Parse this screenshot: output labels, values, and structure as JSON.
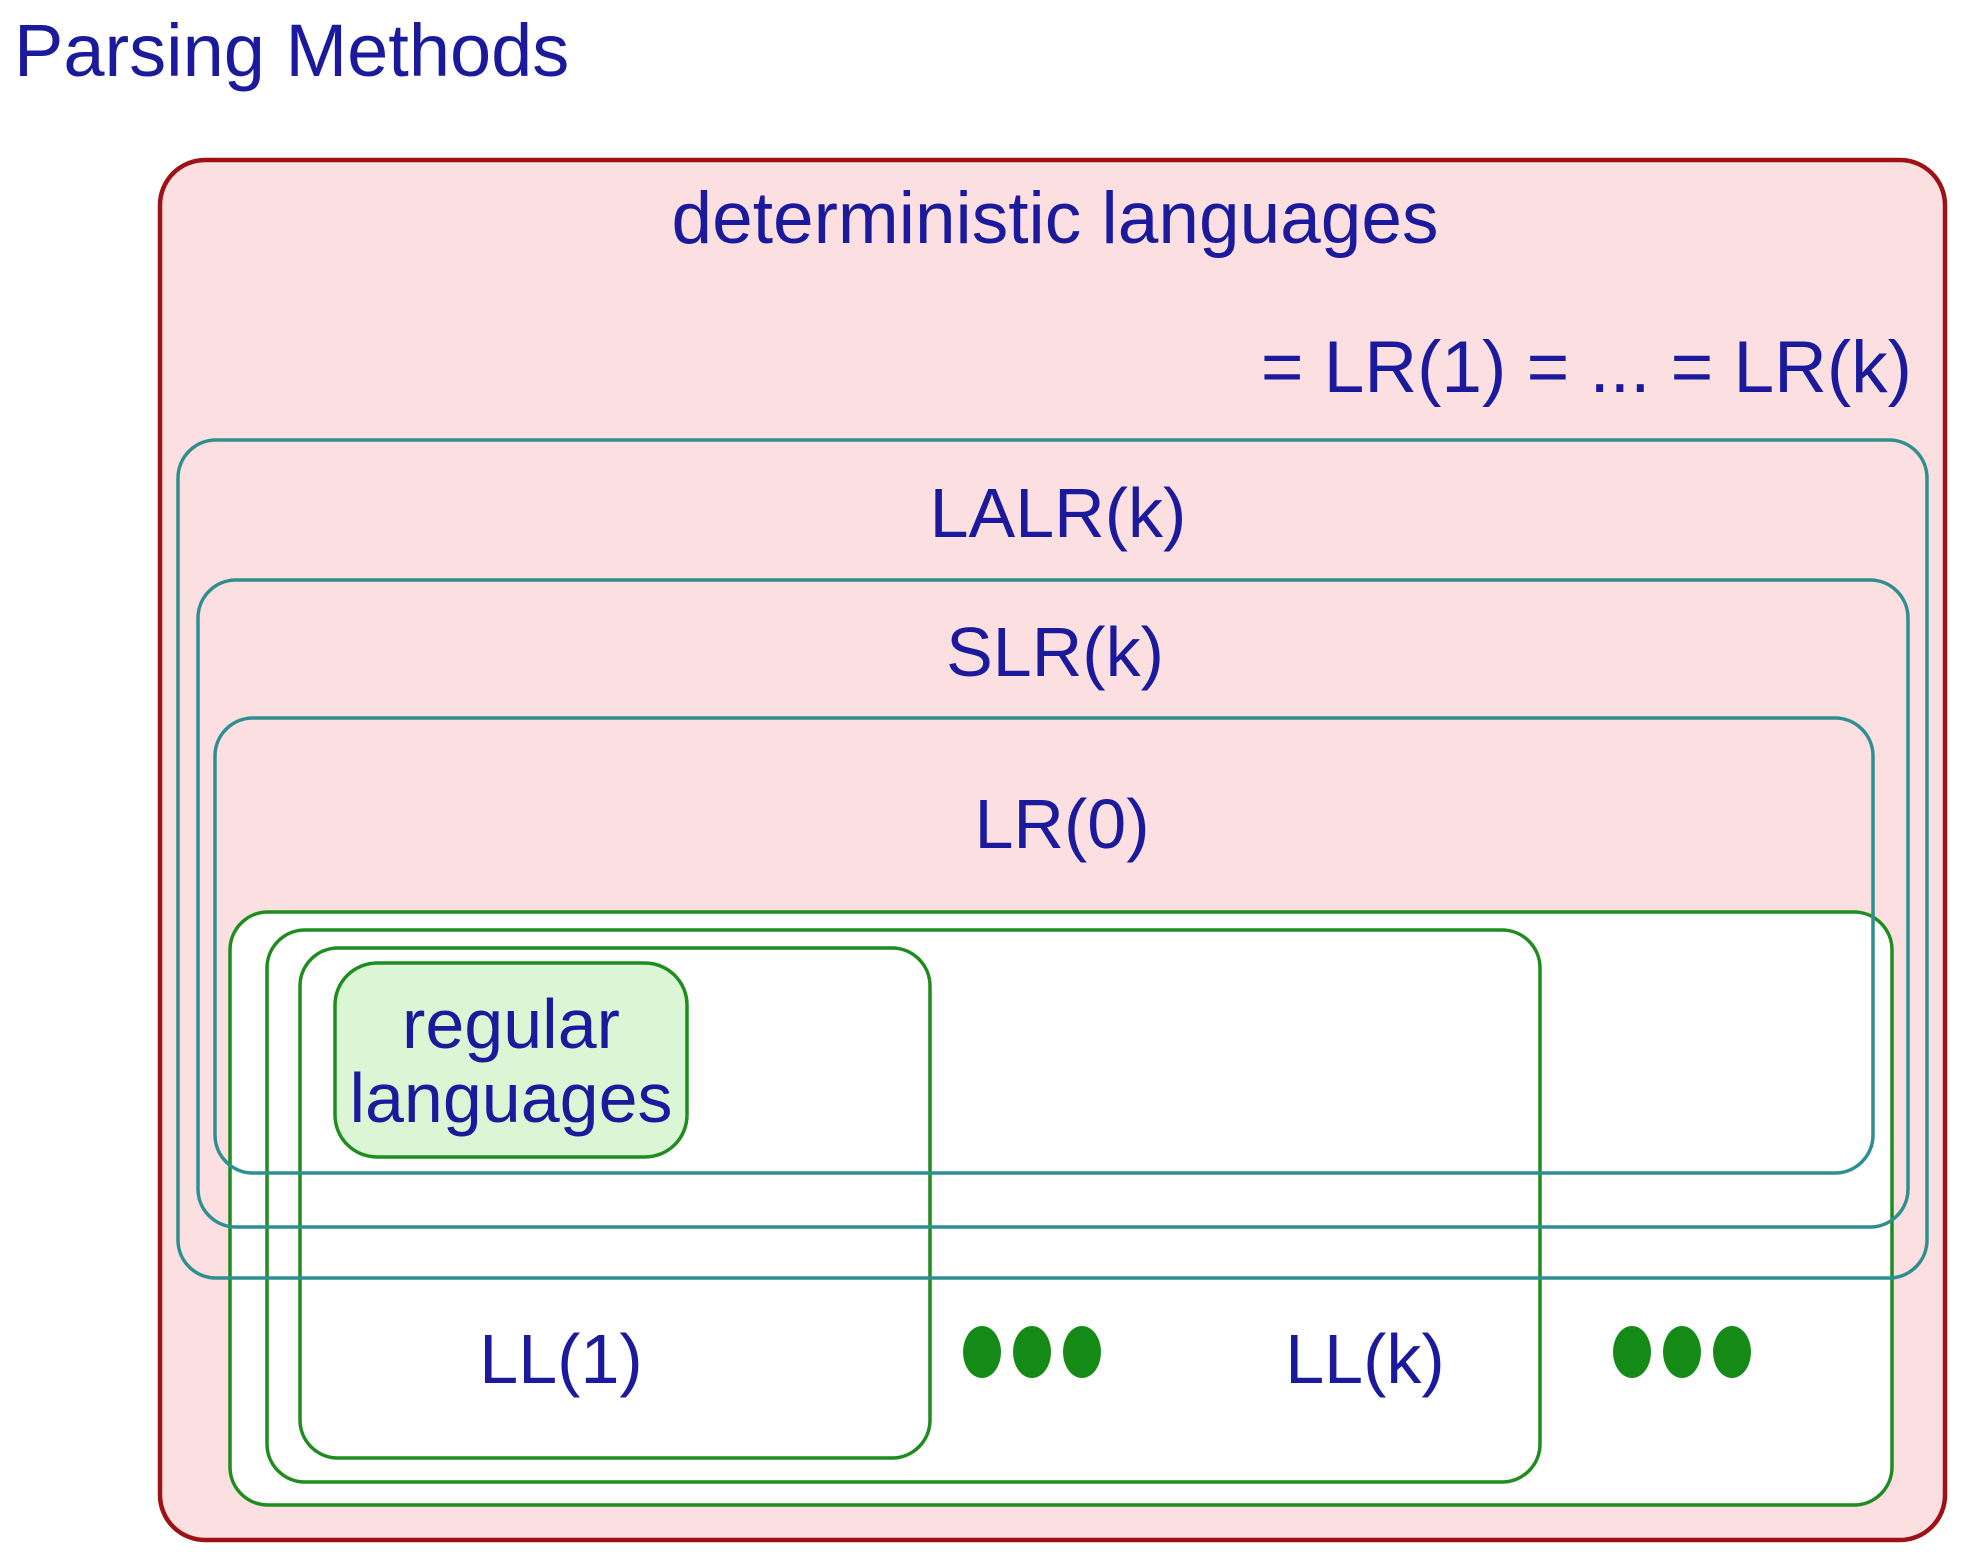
{
  "page_title": "Parsing Methods",
  "colors": {
    "text_blue": "#1b1a9c",
    "box_red_border": "#9e1115",
    "box_red_fill": "#fcdfe1",
    "box_teal_border": "#2e8f91",
    "box_green_border": "#1f8c1f",
    "regular_fill": "#dbf6d4",
    "dot_green": "#168a16",
    "white_fill": "#ffffff"
  },
  "diagram": {
    "deterministic": "deterministic languages",
    "equation": "= LR(1) = ... = LR(k)",
    "lalr": "LALR(k)",
    "slr": "SLR(k)",
    "lr0": "LR(0)",
    "regular_line1": "regular",
    "regular_line2": "languages",
    "ll1": "LL(1)",
    "llk": "LL(k)",
    "dots_icon": "ellipsis-dots"
  }
}
